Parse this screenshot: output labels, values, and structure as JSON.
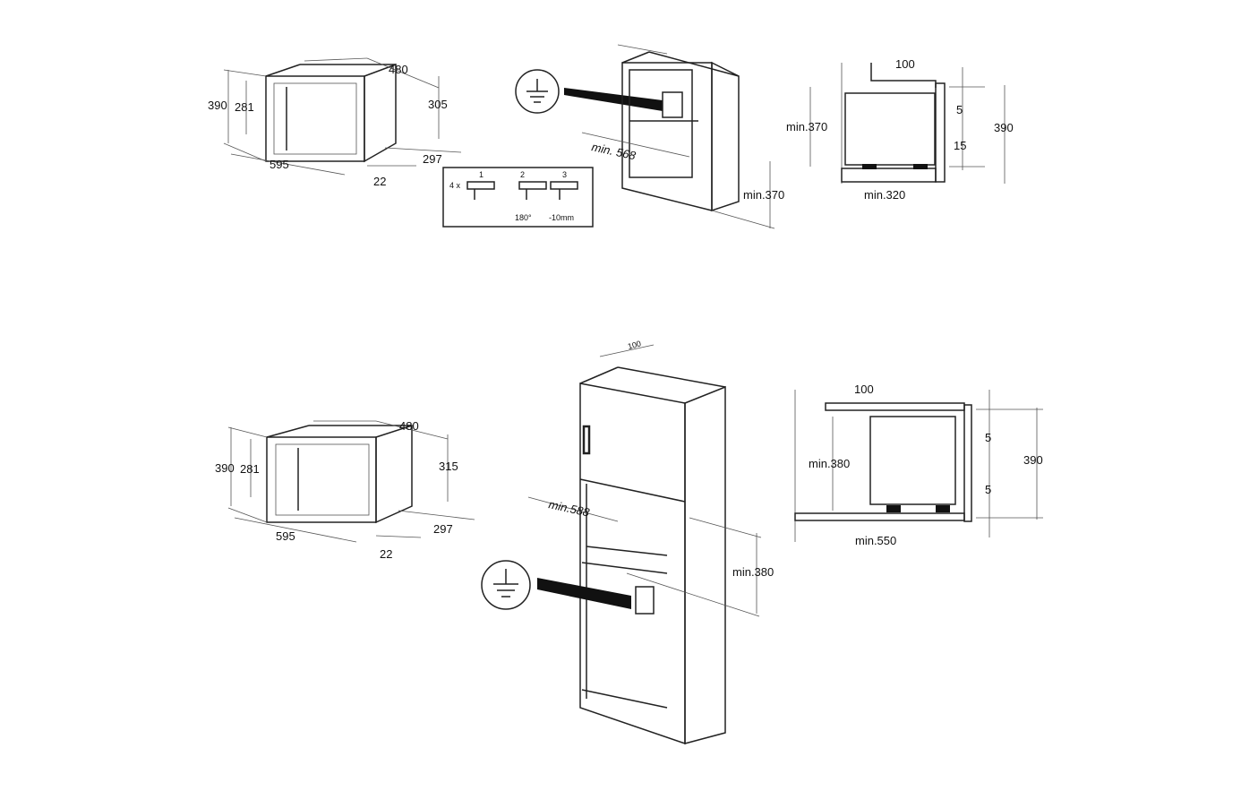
{
  "top_left_microwave": {
    "depth": "480",
    "height_outer": "390",
    "height_inner": "281",
    "height_body": "305",
    "width": "595",
    "depth_body": "297",
    "frame": "22"
  },
  "install_steps": {
    "count": "4 x",
    "step1": "1",
    "step2": "2",
    "step3": "3",
    "rotation": "180°",
    "offset": "-10mm"
  },
  "top_cabinet": {
    "width": "min. 568",
    "height": "min.370"
  },
  "top_side": {
    "gap": "100",
    "height": "min.370",
    "top_gap": "5",
    "bottom_gap": "15",
    "total": "390",
    "depth": "min.320"
  },
  "bottom_left_microwave": {
    "depth": "480",
    "height_outer": "390",
    "height_inner": "281",
    "height_body": "315",
    "width": "595",
    "depth_body": "297",
    "frame": "22"
  },
  "bottom_cabinet": {
    "gap": "100",
    "width": "min.588",
    "height": "min.380"
  },
  "bottom_side": {
    "gap": "100",
    "height": "min.380",
    "top_gap": "5",
    "bottom_gap": "5",
    "total": "390",
    "depth": "min.550"
  }
}
